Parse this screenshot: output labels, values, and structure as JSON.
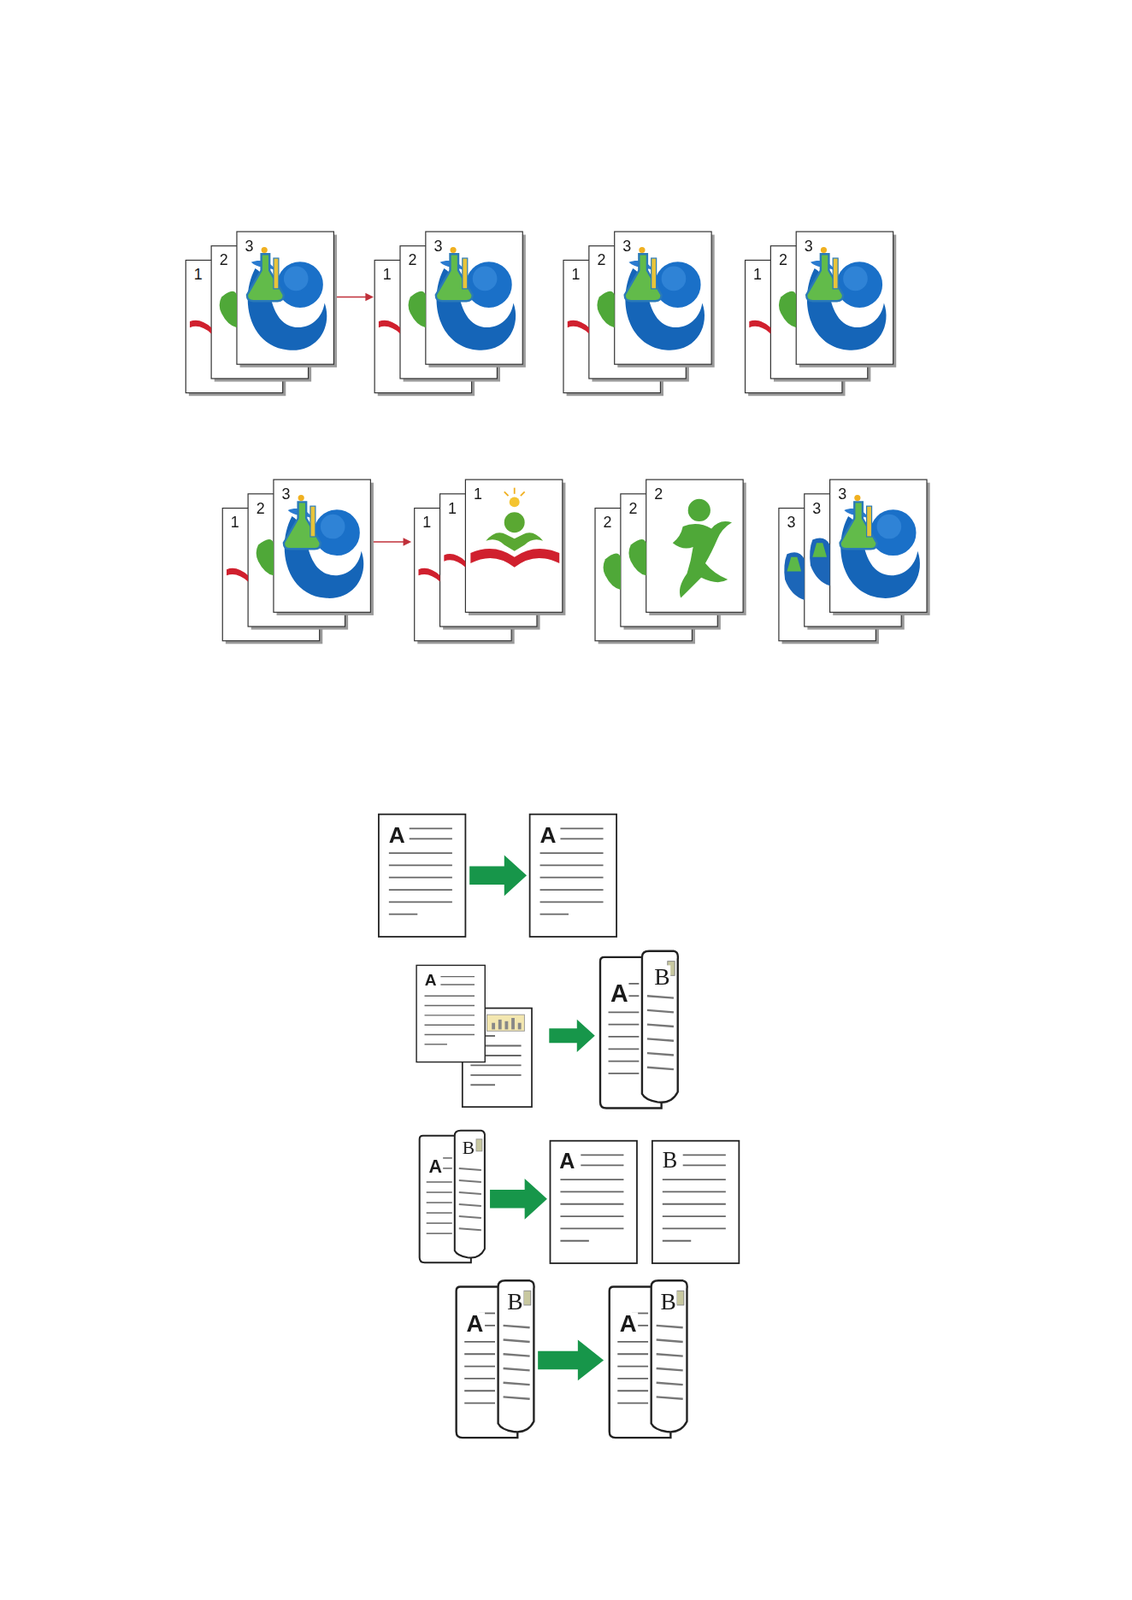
{
  "diagram": {
    "labels": [
      "1",
      "2",
      "3",
      "1",
      "2",
      "3",
      "1",
      "2",
      "3",
      "1",
      "2",
      "3",
      "1",
      "2",
      "3",
      "1",
      "1",
      "1",
      "2",
      "2",
      "2",
      "3",
      "3",
      "3",
      "A",
      "A",
      "A",
      "A",
      "B",
      "A",
      "B",
      "A",
      "B",
      "A",
      "B",
      "A",
      "B"
    ]
  }
}
